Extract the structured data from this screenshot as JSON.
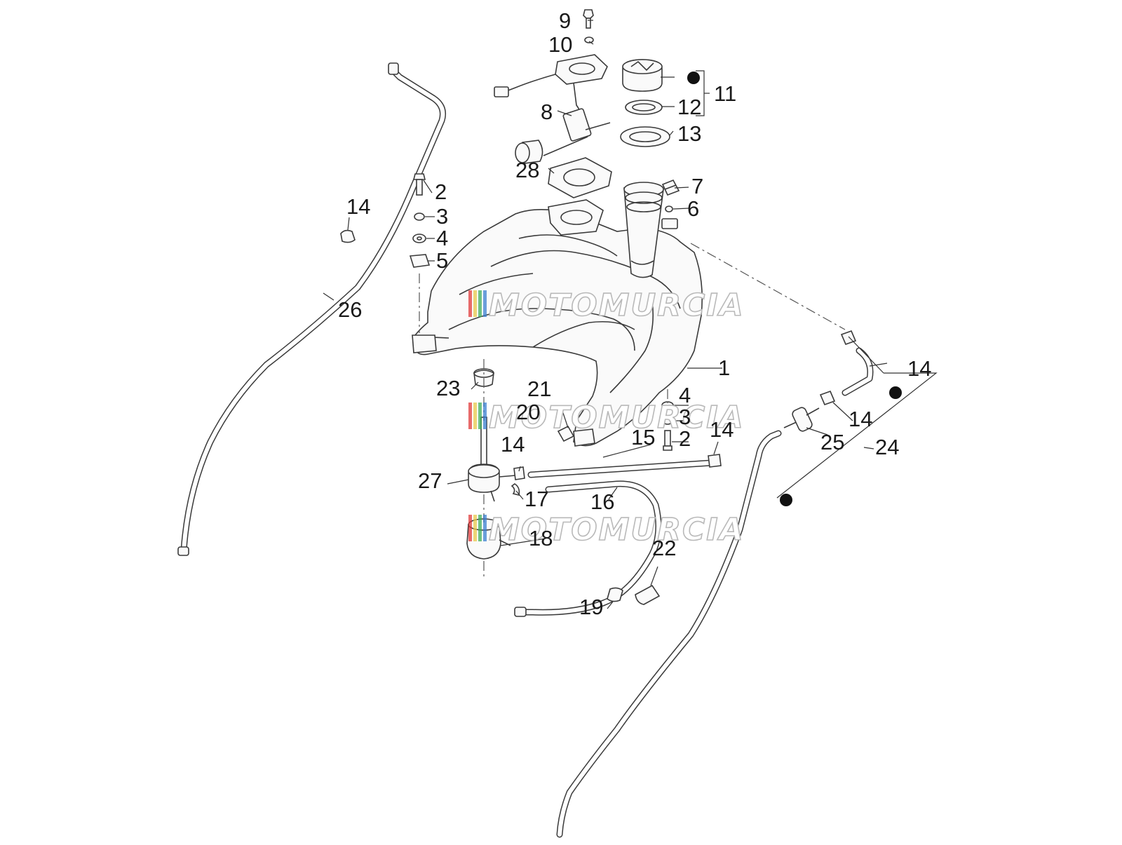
{
  "watermark": {
    "text": "MOTOMURCIA",
    "stripe_colors": [
      "#e03a3a",
      "#e8c84a",
      "#3fae5a",
      "#3a7fd0"
    ]
  },
  "labels": [
    {
      "id": "l9",
      "text": "9"
    },
    {
      "id": "l10",
      "text": "10"
    },
    {
      "id": "l11",
      "text": "11"
    },
    {
      "id": "l12",
      "text": "12"
    },
    {
      "id": "l13",
      "text": "13"
    },
    {
      "id": "l8",
      "text": "8"
    },
    {
      "id": "l28",
      "text": "28"
    },
    {
      "id": "l7",
      "text": "7"
    },
    {
      "id": "l6",
      "text": "6"
    },
    {
      "id": "l2a",
      "text": "2"
    },
    {
      "id": "l3a",
      "text": "3"
    },
    {
      "id": "l4a",
      "text": "4"
    },
    {
      "id": "l5",
      "text": "5"
    },
    {
      "id": "l14a",
      "text": "14"
    },
    {
      "id": "l26",
      "text": "26"
    },
    {
      "id": "l1",
      "text": "1"
    },
    {
      "id": "l14b",
      "text": "14"
    },
    {
      "id": "l14c",
      "text": "14"
    },
    {
      "id": "l24",
      "text": "24"
    },
    {
      "id": "l25",
      "text": "25"
    },
    {
      "id": "l4b",
      "text": "4"
    },
    {
      "id": "l3b",
      "text": "3"
    },
    {
      "id": "l2b",
      "text": "2"
    },
    {
      "id": "l14d",
      "text": "14"
    },
    {
      "id": "l15",
      "text": "15"
    },
    {
      "id": "l23",
      "text": "23"
    },
    {
      "id": "l21",
      "text": "21"
    },
    {
      "id": "l20",
      "text": "20"
    },
    {
      "id": "l14e",
      "text": "14"
    },
    {
      "id": "l27",
      "text": "27"
    },
    {
      "id": "l17",
      "text": "17"
    },
    {
      "id": "l16",
      "text": "16"
    },
    {
      "id": "l18",
      "text": "18"
    },
    {
      "id": "l22",
      "text": "22"
    },
    {
      "id": "l19",
      "text": "19"
    }
  ]
}
